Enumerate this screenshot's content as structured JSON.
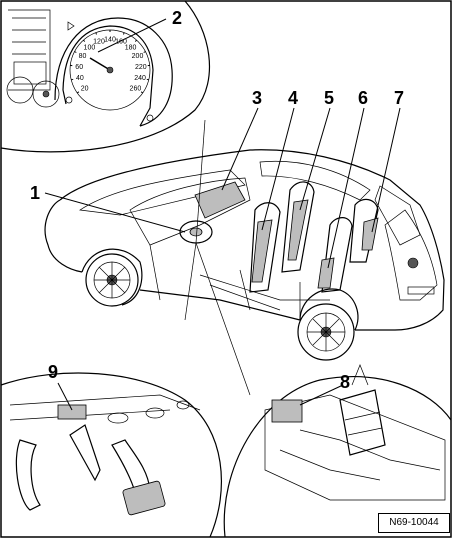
{
  "figure": {
    "callouts": [
      {
        "id": "1",
        "label": "1"
      },
      {
        "id": "2",
        "label": "2"
      },
      {
        "id": "3",
        "label": "3"
      },
      {
        "id": "4",
        "label": "4"
      },
      {
        "id": "5",
        "label": "5"
      },
      {
        "id": "6",
        "label": "6"
      },
      {
        "id": "7",
        "label": "7"
      },
      {
        "id": "8",
        "label": "8"
      },
      {
        "id": "9",
        "label": "9"
      }
    ],
    "reference_code": "N69-10044",
    "speedometer_numbers": [
      "20",
      "40",
      "60",
      "80",
      "100",
      "120",
      "140",
      "160",
      "180",
      "200",
      "220",
      "240",
      "260"
    ]
  }
}
